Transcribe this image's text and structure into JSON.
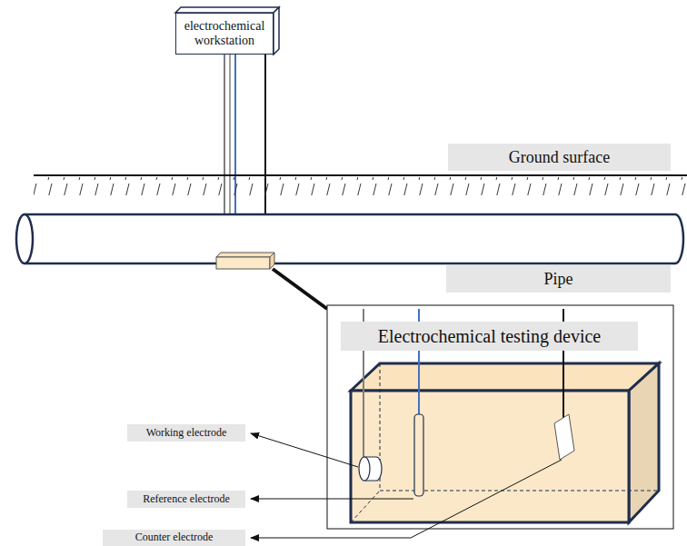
{
  "diagram": {
    "nodes": [
      {
        "text": [
          "electrochemical workstation"
        ]
      },
      {
        "text": [
          "Ground surface"
        ]
      },
      {
        "text": [
          "Pipe"
        ]
      },
      {
        "text": [
          "Electrochemical testing device"
        ]
      },
      {
        "text": [
          "Working electrode"
        ]
      },
      {
        "text": [
          "Reference electrode"
        ]
      },
      {
        "text": [
          "Counter electrode"
        ]
      }
    ]
  }
}
